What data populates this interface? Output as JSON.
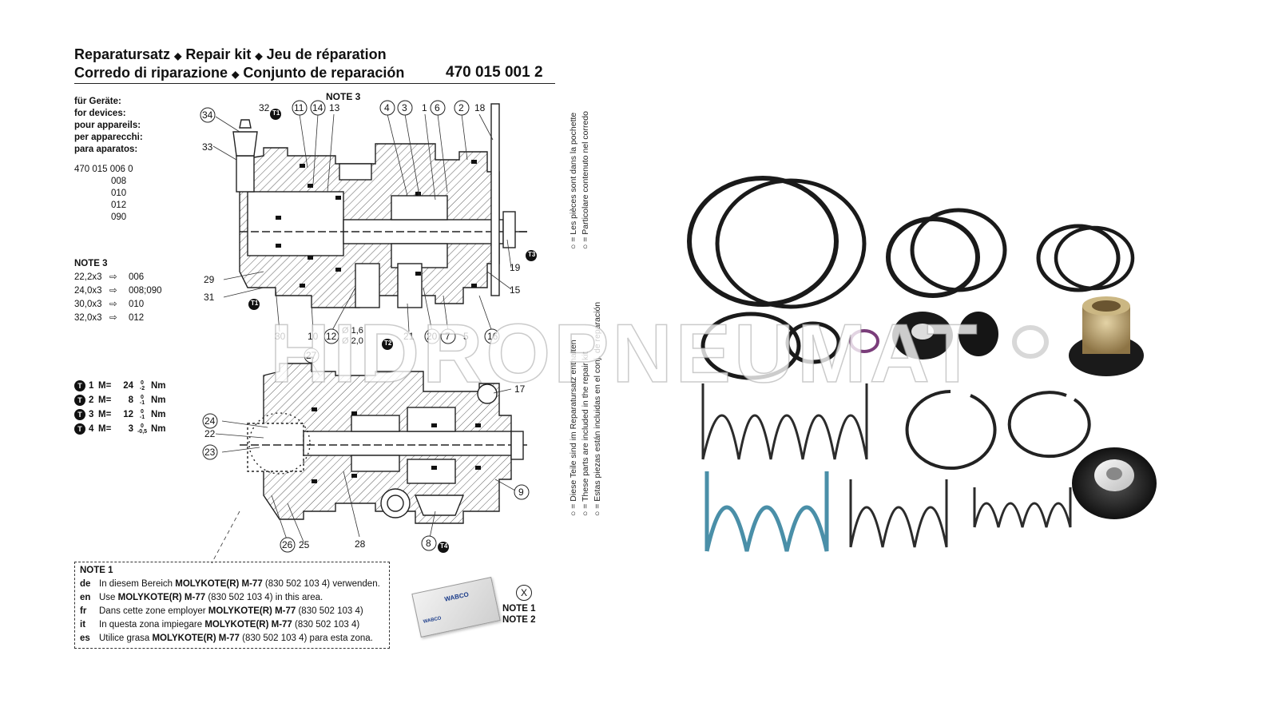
{
  "header": {
    "line1": {
      "p1": "Reparatursatz",
      "p2": "Repair kit",
      "p3": "Jeu de réparation"
    },
    "line2": {
      "p1": "Corredo di riparazione",
      "p2": "Conjunto de reparación"
    },
    "separator": "◆",
    "part_number": "470 015 001 2"
  },
  "devices": {
    "labels": [
      "für Geräte:",
      "for devices:",
      "pour appareils:",
      "per apparecchi:",
      "para aparatos:"
    ],
    "main": "470 015 006 0",
    "variants": [
      "008",
      "010",
      "012",
      "090"
    ]
  },
  "note3": {
    "title": "NOTE 3",
    "rows": [
      {
        "size": "22,2x3",
        "arrow": "⇨",
        "ref": "006"
      },
      {
        "size": "24,0x3",
        "arrow": "⇨",
        "ref": "008;090"
      },
      {
        "size": "30,0x3",
        "arrow": "⇨",
        "ref": "010"
      },
      {
        "size": "32,0x3",
        "arrow": "⇨",
        "ref": "012"
      }
    ]
  },
  "torque": [
    {
      "mark": "T1",
      "label": "1",
      "m": "M=",
      "value": "24",
      "tol_up": "0",
      "tol_dn": "-2",
      "unit": "Nm"
    },
    {
      "mark": "T2",
      "label": "2",
      "m": "M=",
      "value": "8",
      "tol_up": "0",
      "tol_dn": "-1",
      "unit": "Nm"
    },
    {
      "mark": "T3",
      "label": "3",
      "m": "M=",
      "value": "12",
      "tol_up": "0",
      "tol_dn": "-1",
      "unit": "Nm"
    },
    {
      "mark": "T4",
      "label": "4",
      "m": "M=",
      "value": "3",
      "tol_up": "0",
      "tol_dn": "-0,5",
      "unit": "Nm"
    }
  ],
  "note1": {
    "title": "NOTE 1",
    "rows": [
      {
        "lang": "de",
        "pre": "In diesem Bereich ",
        "bold": "MOLYKOTE(R) M-77",
        "post": " (830 502 103 4) verwenden."
      },
      {
        "lang": "en",
        "pre": "Use ",
        "bold": "MOLYKOTE(R) M-77",
        "post": " (830 502 103 4) in this area."
      },
      {
        "lang": "fr",
        "pre": "Dans cette zone employer ",
        "bold": "MOLYKOTE(R) M-77",
        "post": " (830 502 103 4)"
      },
      {
        "lang": "it",
        "pre": "In questa zona impiegare ",
        "bold": "MOLYKOTE(R) M-77",
        "post": " (830 502 103 4)"
      },
      {
        "lang": "es",
        "pre": "Utilice grasa ",
        "bold": "MOLYKOTE(R) M-77",
        "post": " (830 502 103 4) para esta zona."
      }
    ]
  },
  "sachet": {
    "brand": "WABCO",
    "small": "WABCO",
    "note1": "NOTE 1",
    "note2": "NOTE 2",
    "x": "X"
  },
  "vertical_top": {
    "line1": "○ = Les pièces sont dans la pochette",
    "line2": "○ = Particolare contenuto nel corredo"
  },
  "vertical_bottom": {
    "line1": "○ = Diese Teile sind im Reparatursatz enthalten",
    "line2": "○ = These parts are included in the repair kit",
    "line3": "○ = Estas piezas están incluidas en el conj. de reparación"
  },
  "callouts_top": {
    "c34": "34",
    "c32": "32",
    "c11": "11",
    "c14": "14",
    "c13": "13",
    "note3": "NOTE 3",
    "c4": "4",
    "c3": "3",
    "c1": "1",
    "c6": "6",
    "c2": "2",
    "c18": "18",
    "c33": "33",
    "c19": "19",
    "c15": "15",
    "c29": "29",
    "c31": "31",
    "c30": "30",
    "c10": "10",
    "c12": "12",
    "d1": "Ø 1,6",
    "d2": "Ø 2,0",
    "c21": "21",
    "c20": "20",
    "c7": "7",
    "c5": "5",
    "c16": "16",
    "t1a": "T1",
    "t1b": "T1",
    "t2": "T2",
    "t3": "T3"
  },
  "callouts_bottom": {
    "c27": "27",
    "c17": "17",
    "c24": "24",
    "c22": "22",
    "c23": "23",
    "c9": "9",
    "c26": "26",
    "c25": "25",
    "c28": "28",
    "c8": "8",
    "t4": "T4"
  },
  "watermark": "HIDROPNEUMAT",
  "colors": {
    "blue_spring": "#4a8fa8",
    "brass": "#b9a070",
    "rubber": "#1a1a1a",
    "purple": "#7a3d7a"
  }
}
